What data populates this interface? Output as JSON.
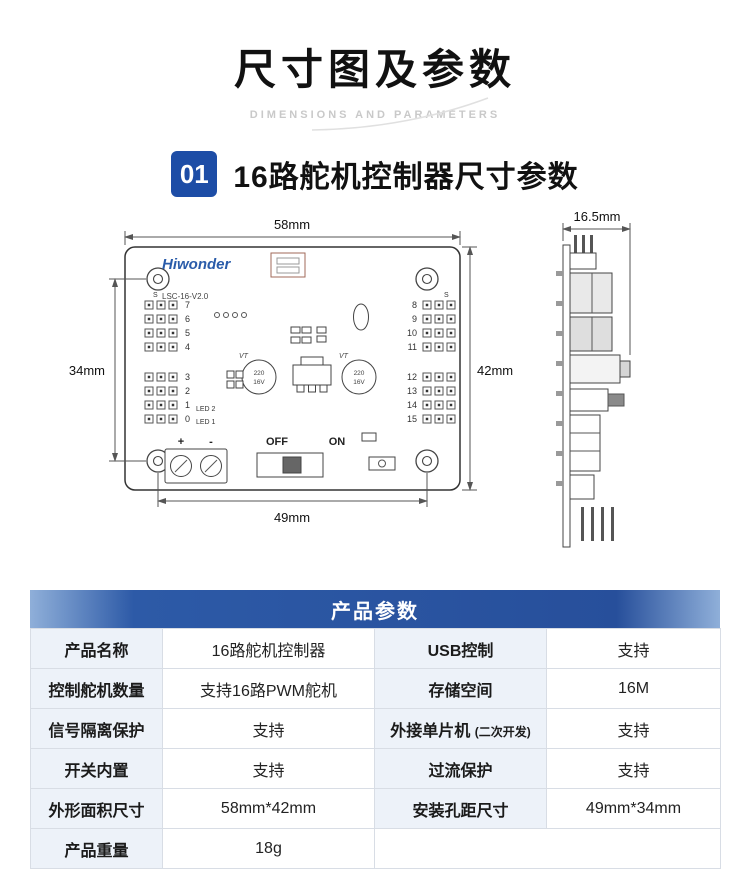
{
  "page": {
    "title": "尺寸图及参数",
    "subtitle": "DIMENSIONS AND PARAMETERS"
  },
  "section": {
    "number": "01",
    "title": "16路舵机控制器尺寸参数"
  },
  "diagram": {
    "dims": {
      "board_width": "58mm",
      "hole_pitch_v": "34mm",
      "board_height": "42mm",
      "hole_pitch_h": "49mm",
      "side_width": "16.5mm"
    },
    "board": {
      "brand": "Hiwonder",
      "model": "LSC-16-V2.0",
      "signal": "S",
      "plus": "+",
      "minus": "-",
      "off_label": "OFF",
      "on_label": "ON",
      "led2": "LED 2",
      "led1": "LED 1",
      "cap_value": "220",
      "cap_voltage": "16V",
      "vt": "VT",
      "left_pins": [
        "7",
        "6",
        "5",
        "4",
        "3",
        "2",
        "1",
        "0"
      ],
      "right_pins": [
        "8",
        "9",
        "10",
        "11",
        "12",
        "13",
        "14",
        "15"
      ]
    }
  },
  "table": {
    "title": "产品参数",
    "rows": [
      {
        "l1": "产品名称",
        "v1": "16路舵机控制器",
        "l2": "USB控制",
        "l2_small": "",
        "v2": "支持"
      },
      {
        "l1": "控制舵机数量",
        "v1": "支持16路PWM舵机",
        "l2": "存储空间",
        "l2_small": "",
        "v2": "16M"
      },
      {
        "l1": "信号隔离保护",
        "v1": "支持",
        "l2": "外接单片机",
        "l2_small": "(二次开发)",
        "v2": "支持"
      },
      {
        "l1": "开关内置",
        "v1": "支持",
        "l2": "过流保护",
        "l2_small": "",
        "v2": "支持"
      },
      {
        "l1": "外形面积尺寸",
        "v1": "58mm*42mm",
        "l2": "安装孔距尺寸",
        "l2_small": "",
        "v2": "49mm*34mm"
      },
      {
        "l1": "产品重量",
        "v1": "18g"
      }
    ]
  }
}
